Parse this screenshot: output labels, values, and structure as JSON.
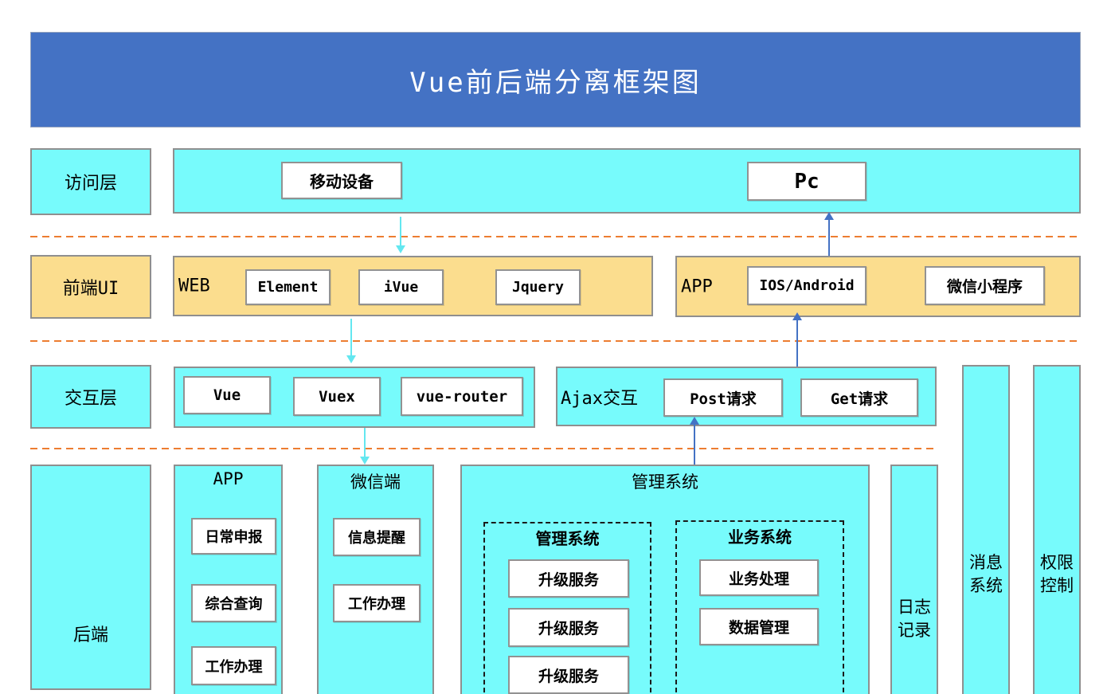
{
  "title": "Vue前后端分离框架图",
  "colors": {
    "banner_blue": "#4472C4",
    "cyan_fill": "#77FBFC",
    "yellow_fill": "#FBDD8E",
    "separator_orange": "#ED7D31",
    "arrow_blue": "#4472C4",
    "arrow_cyan": "#63E7F0",
    "box_border_gray": "#8f8f8f"
  },
  "access": {
    "label": "访问层",
    "mobile": "移动设备",
    "pc": "Pc"
  },
  "frontend": {
    "label": "前端UI",
    "web": {
      "label": "WEB",
      "items": [
        "Element",
        "iVue",
        "Jquery"
      ]
    },
    "app": {
      "label": "APP",
      "items": [
        "IOS/Android",
        "微信小程序"
      ]
    }
  },
  "interaction": {
    "label": "交互层",
    "vue": {
      "items": [
        "Vue",
        "Vuex",
        "vue-router"
      ]
    },
    "ajax": {
      "label": "Ajax交互",
      "items": [
        "Post请求",
        "Get请求"
      ]
    }
  },
  "backend": {
    "label": "后端",
    "app_col": {
      "title": "APP",
      "items": [
        "日常申报",
        "综合查询",
        "工作办理"
      ]
    },
    "wechat_col": {
      "title": "微信端",
      "items": [
        "信息提醒",
        "工作办理"
      ]
    },
    "management": {
      "title": "管理系统",
      "left": {
        "title": "管理系统",
        "items": [
          "升级服务",
          "升级服务",
          "升级服务"
        ]
      },
      "right": {
        "title": "业务系统",
        "items": [
          "业务处理",
          "数据管理"
        ]
      }
    },
    "log_col": "日志\n记录",
    "message_col": "消息\n系统",
    "permission_col": "权限\n控制"
  }
}
